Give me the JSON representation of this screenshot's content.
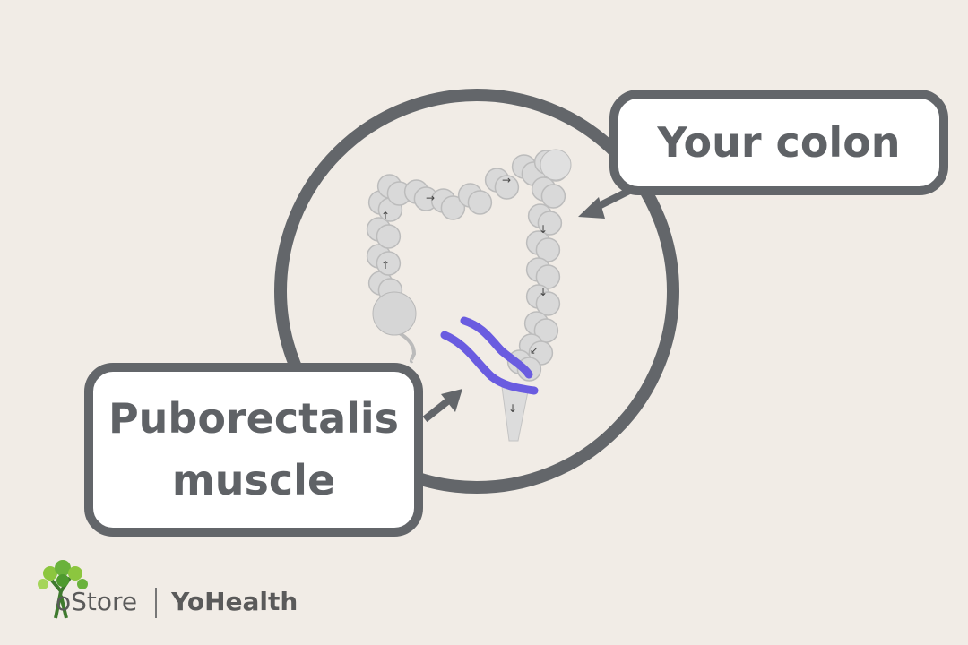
{
  "callouts": {
    "colon": "Your colon",
    "muscle_line1": "Puborectalis",
    "muscle_line2": "muscle"
  },
  "logo": {
    "brand": "YoStore",
    "brand_suffix": "oStore",
    "section": "YoHealth"
  },
  "colors": {
    "background": "#f1ece6",
    "outline": "#63666a",
    "muscle": "#6a5ce0",
    "colon": "#d8d8d8"
  }
}
